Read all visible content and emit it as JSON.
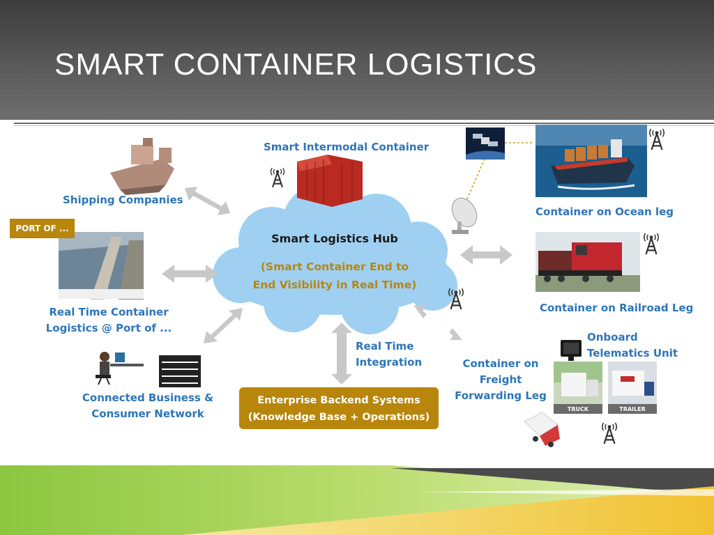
{
  "slide": {
    "title": "SMART CONTAINER LOGISTICS"
  },
  "hub": {
    "title": "Smart Logistics Hub",
    "subtitle_line1": "(Smart Container End to",
    "subtitle_line2": "End Visibility in Real Time)"
  },
  "nodes": {
    "smart_container": "Smart Intermodal Container",
    "shipping_companies": "Shipping Companies",
    "port_badge": "PORT OF ...",
    "port_line1": "Real Time Container",
    "port_line2": "Logistics @ Port of ...",
    "business_line1": "Connected Business &",
    "business_line2": "Consumer Network",
    "integration_line1": "Real Time",
    "integration_line2": "Integration",
    "ocean": "Container on Ocean leg",
    "railroad": "Container on Railroad Leg",
    "telematics_line1": "Onboard",
    "telematics_line2": "Telematics Unit",
    "freight_line1": "Container on",
    "freight_line2": "Freight",
    "freight_line3": "Forwarding Leg",
    "truck_tag": "TRUCK",
    "trailer_tag": "TRAILER"
  },
  "backend": {
    "line1": "Enterprise Backend Systems",
    "line2": "(Knowledge Base + Operations)"
  },
  "colors": {
    "label_blue": "#2e75b6",
    "gold": "#b8860b",
    "cloud": "#9fd0f2",
    "arrow_gray": "#c8c8c8"
  }
}
